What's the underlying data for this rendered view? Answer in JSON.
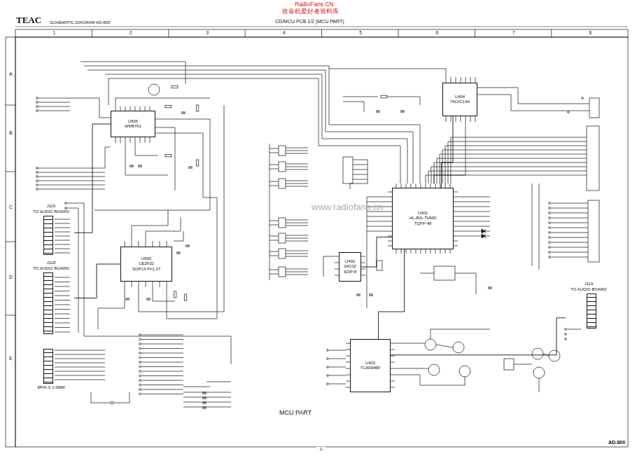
{
  "diagram": {
    "title": "CD/MCU PCB 1/2 (MCU PART)",
    "nodes": [
      {
        "text": [
          "U606",
          "WM8761"
        ]
      },
      {
        "text": [
          "U605",
          "CE2632",
          "SOP14 P=1.27"
        ]
      },
      {
        "text": [
          "U401",
          "HL-801-THMD",
          "TQFP-48"
        ]
      },
      {
        "text": [
          "U402",
          "24C02",
          "SOP-8"
        ]
      },
      {
        "text": [
          "U403",
          "TC4094BF"
        ]
      },
      {
        "text": [
          "U404",
          "74LVC14A"
        ]
      },
      {
        "text": [
          "J116",
          "TO AUDIO BOARD"
        ]
      },
      {
        "text": [
          "J118",
          "TO AUDIO BOARD"
        ]
      },
      {
        "text": [
          "8PIN X 2.0MM"
        ]
      },
      {
        "text": [
          "J119",
          "TO AUDIO BOARD"
        ]
      }
    ],
    "edges": [
      {
        "from": 2,
        "to": 3,
        "arrow": "none"
      },
      {
        "from": 2,
        "to": 4,
        "arrow": "none"
      },
      {
        "from": 2,
        "to": 5,
        "arrow": "none"
      },
      {
        "from": 0,
        "to": 6,
        "arrow": "none"
      },
      {
        "from": 1,
        "to": 7,
        "arrow": "none"
      },
      {
        "from": 4,
        "to": 9,
        "arrow": "none"
      }
    ],
    "labels": [
      "TEAC",
      "SCHEMATIC DIAGRAM AD-800",
      "RadioFans.CN",
      "收音机爱好者资料库",
      "1",
      "2",
      "3",
      "4",
      "5",
      "6",
      "7",
      "8",
      "A",
      "B",
      "C",
      "D",
      "E",
      "www.radiofans.cn",
      "MCU PART",
      "- 2 -",
      "AD-800"
    ]
  }
}
